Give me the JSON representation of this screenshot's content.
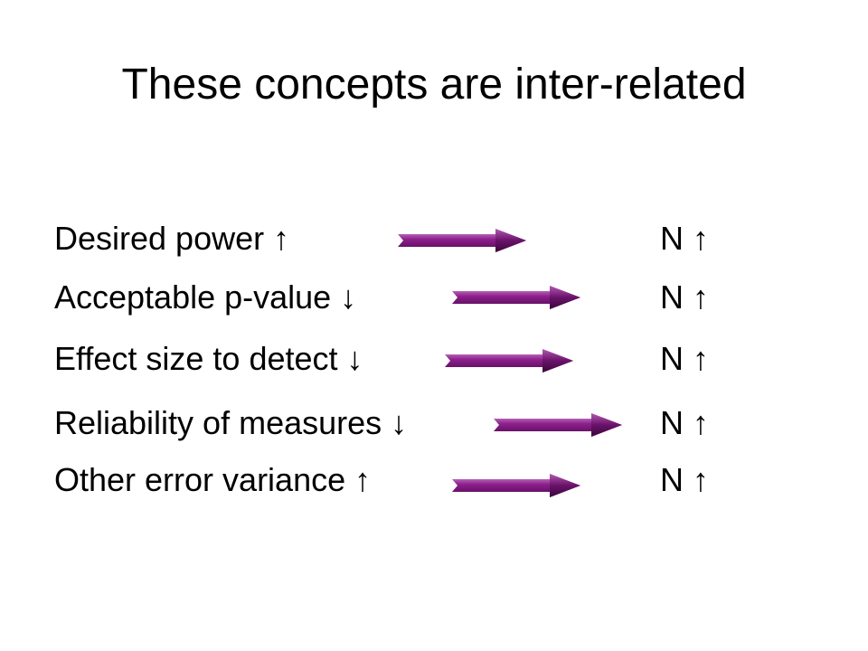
{
  "slide": {
    "title": "These concepts are inter-related",
    "rows": [
      {
        "label": "Desired power ↑",
        "result": "N ↑"
      },
      {
        "label": "Acceptable p-value ↓",
        "result": "N ↑"
      },
      {
        "label": "Effect size to detect ↓",
        "result": "N ↑"
      },
      {
        "label": "Reliability of measures ↓",
        "result": "N ↑"
      },
      {
        "label": "Other error variance ↑",
        "result": "N ↑"
      }
    ],
    "arrow_icon": "right-arrow-icon",
    "colors": {
      "arrow_dark": "#4b0a4b",
      "arrow_mid": "#8e1f8e",
      "arrow_light": "#d9a6d9",
      "text": "#000000",
      "background": "#ffffff"
    }
  }
}
